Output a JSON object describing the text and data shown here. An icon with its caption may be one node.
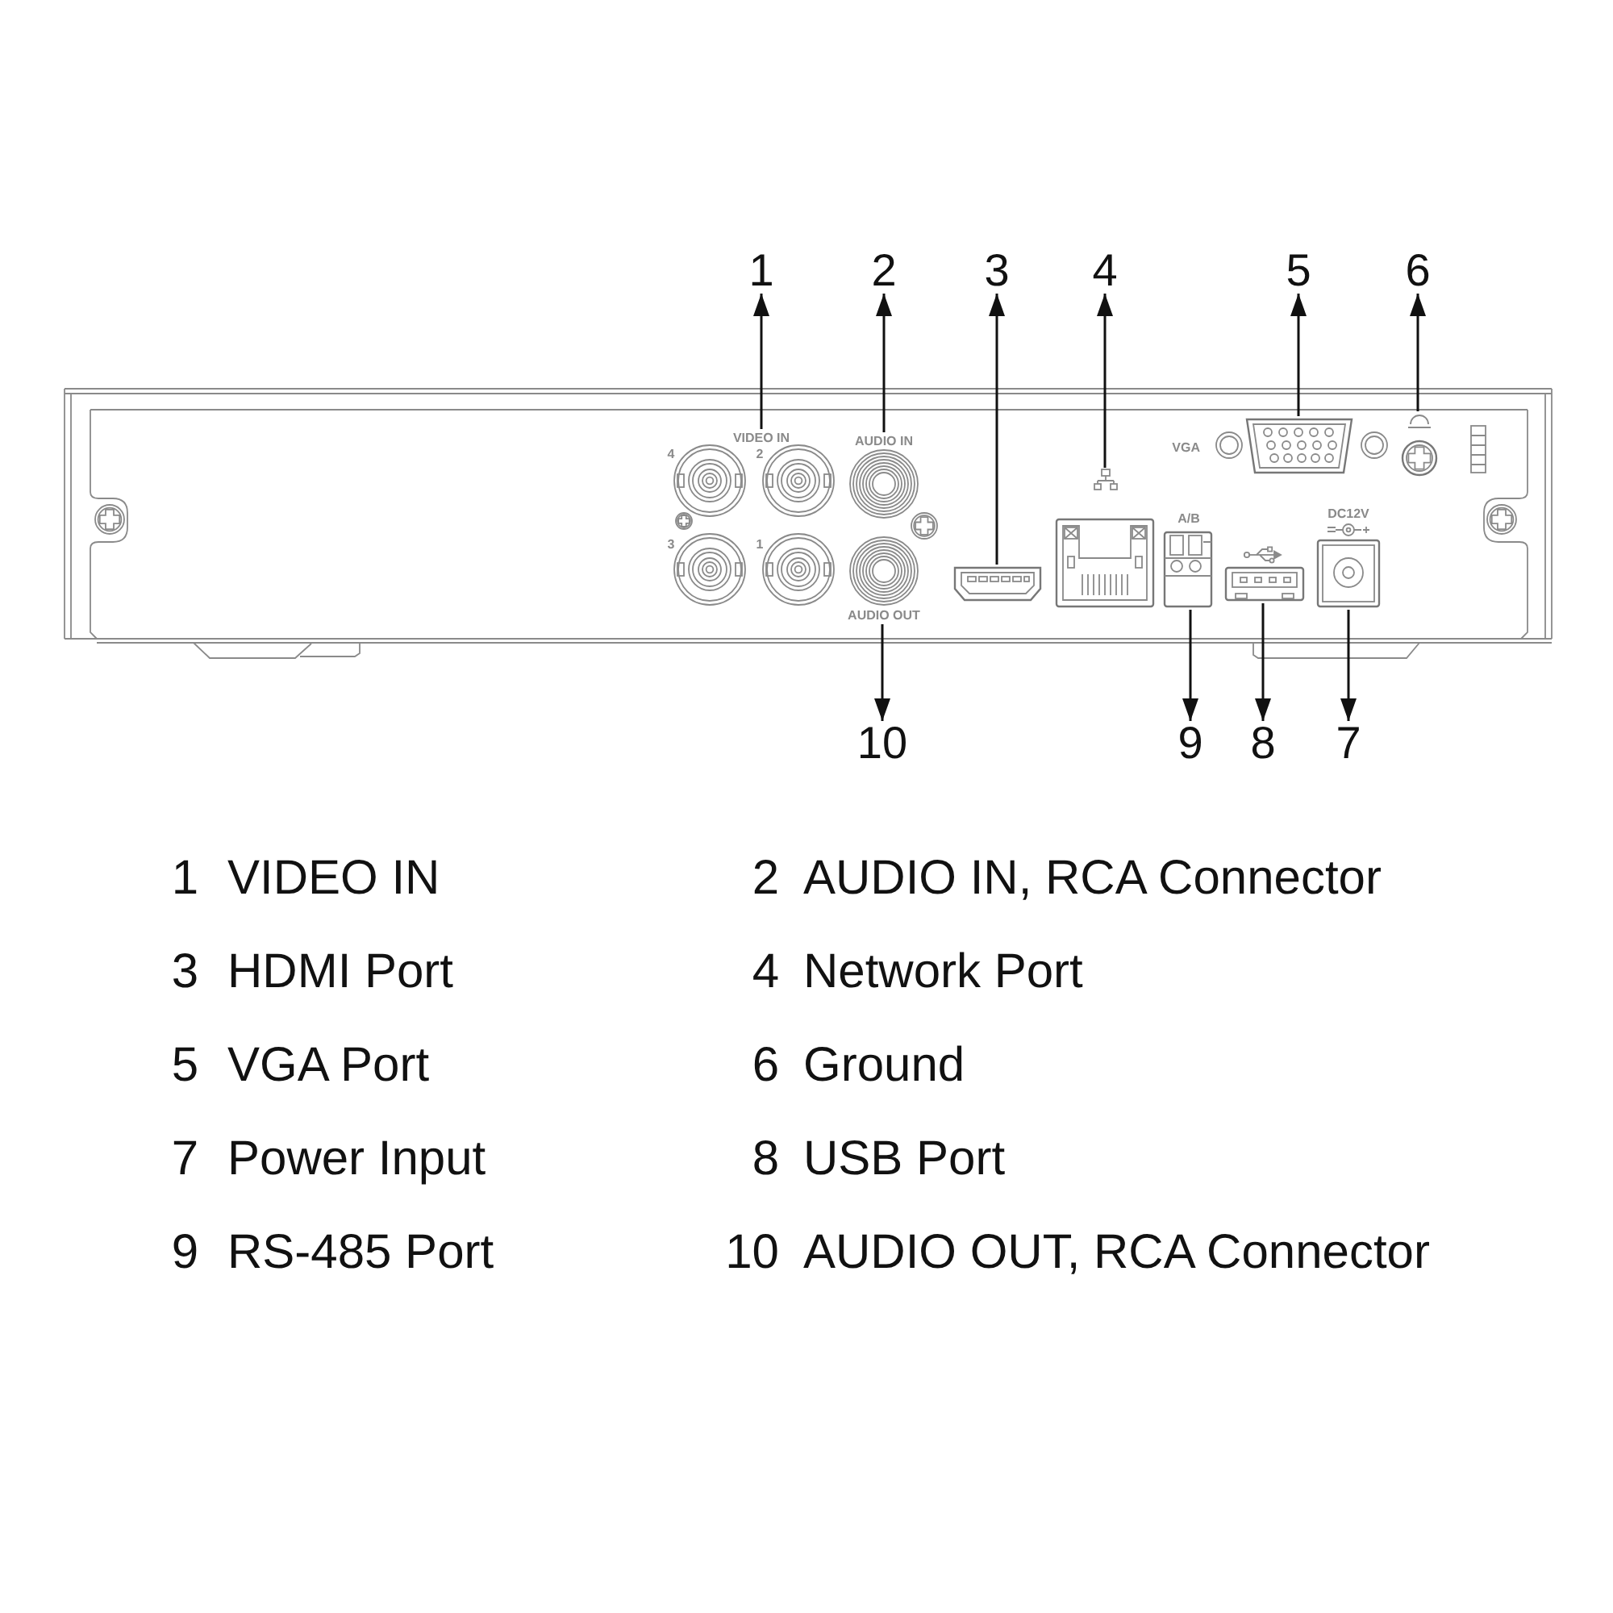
{
  "diagram": {
    "nodes": [
      {
        "text": [
          "1"
        ]
      },
      {
        "text": [
          "2"
        ]
      },
      {
        "text": [
          "3"
        ]
      },
      {
        "text": [
          "4"
        ]
      },
      {
        "text": [
          "5"
        ]
      },
      {
        "text": [
          "6"
        ]
      },
      {
        "text": [
          "VIDEO IN",
          "4",
          "2",
          "3",
          "1"
        ]
      },
      {
        "text": [
          "AUDIO IN"
        ]
      },
      {
        "text": [],
        "shape": "box"
      },
      {
        "text": [],
        "shape": "box",
        "beside": [
          "VGA"
        ]
      },
      {
        "text": [],
        "shape": "circle"
      },
      {
        "text": [],
        "shape": "box"
      },
      {
        "text": [],
        "shape": "box",
        "beside": [
          "A/B"
        ]
      },
      {
        "text": [],
        "shape": "box"
      },
      {
        "text": [],
        "shape": "box",
        "beside": [
          "DC12V"
        ]
      },
      {
        "text": [
          "AUDIO OUT"
        ]
      },
      {
        "text": [
          "10"
        ]
      },
      {
        "text": [
          "9"
        ]
      },
      {
        "text": [
          "8"
        ]
      },
      {
        "text": [
          "7"
        ]
      }
    ],
    "edges": [
      {
        "from": 6,
        "to": 0,
        "arrow": "to"
      },
      {
        "from": 7,
        "to": 1,
        "arrow": "to"
      },
      {
        "from": 11,
        "to": 2,
        "arrow": "to"
      },
      {
        "from": 8,
        "to": 3,
        "arrow": "to"
      },
      {
        "from": 9,
        "to": 4,
        "arrow": "to"
      },
      {
        "from": 10,
        "to": 5,
        "arrow": "to"
      },
      {
        "from": 14,
        "to": 19,
        "arrow": "to"
      },
      {
        "from": 13,
        "to": 18,
        "arrow": "to"
      },
      {
        "from": 12,
        "to": 17,
        "arrow": "to"
      },
      {
        "from": 15,
        "to": 16,
        "arrow": "to"
      }
    ],
    "labels": [
      "1",
      "VIDEO IN",
      "2",
      "AUDIO IN, RCA Connector",
      "3",
      "HDMI Port",
      "4",
      "Network Port",
      "5",
      "VGA Port",
      "6",
      "Ground",
      "7",
      "Power Input",
      "8",
      "USB Port",
      "9",
      "RS-485 Port",
      "10",
      "AUDIO OUT, RCA Connector"
    ]
  }
}
